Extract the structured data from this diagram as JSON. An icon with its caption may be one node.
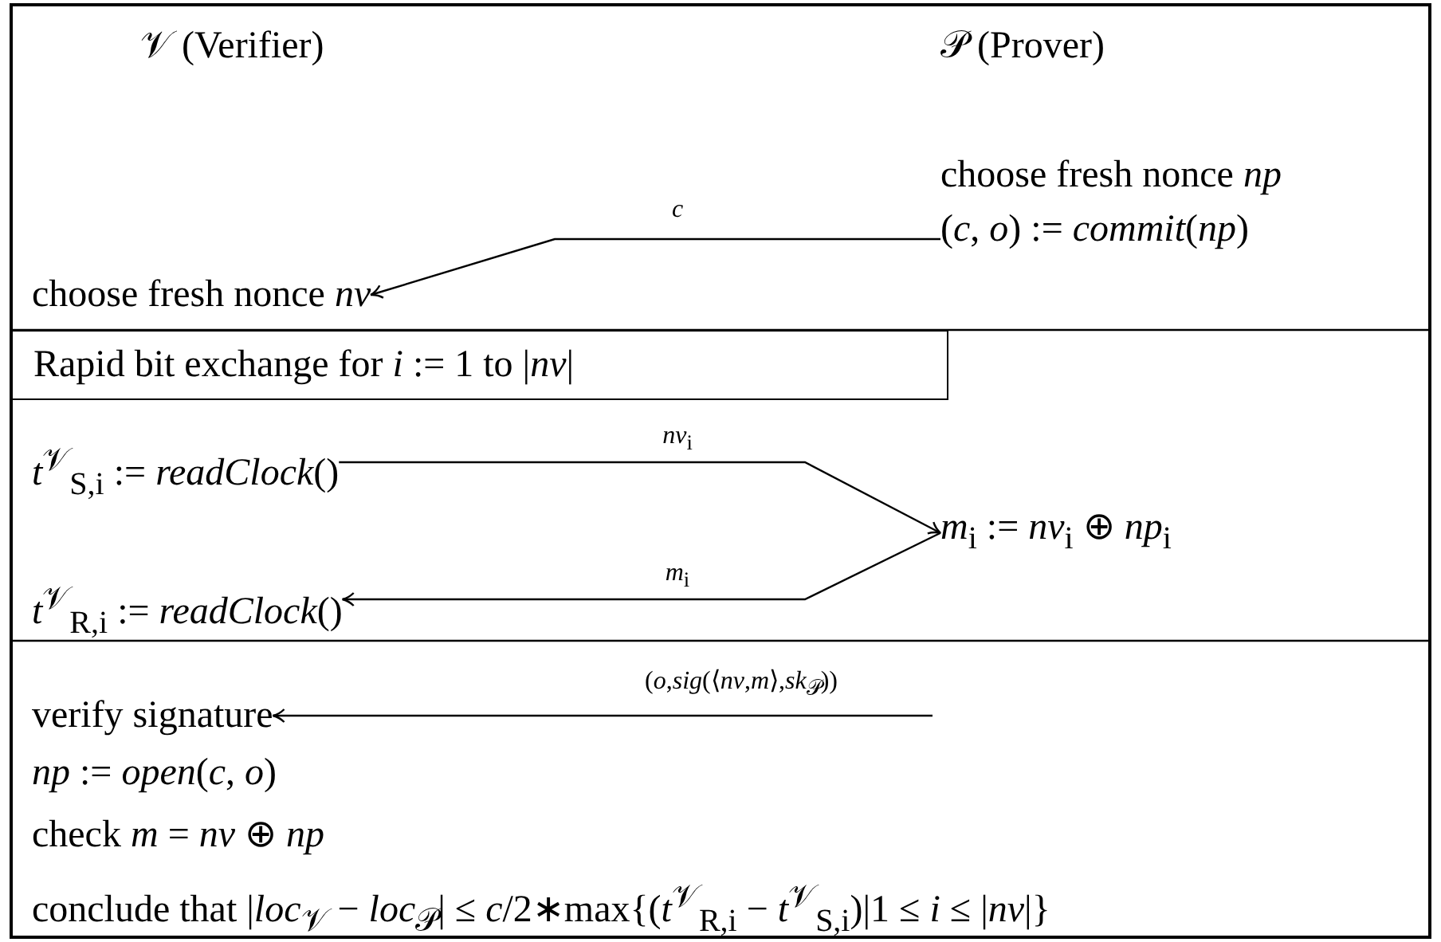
{
  "diagram": {
    "nodes": [
      {
        "text": [
          "choose fresh nonce *np*",
          "(*c*, *o*) := *commit*(*np*)"
        ]
      },
      {
        "text": [
          "choose fresh nonce *nv*"
        ]
      },
      {
        "text": [
          "Rapid bit exchange for *i* := 1 to |*nv*|"
        ]
      },
      {
        "text": [
          "*t*$^{𝒱}$$_{S,i}$ := *readClock*()"
        ]
      },
      {
        "text": [
          "*m*$_{i}$ := *nv*$_{i}$ ⊕ *np*$_{i}$"
        ]
      },
      {
        "text": [
          "*t*$^{𝒱}$$_{R,i}$ := *readClock*()"
        ]
      },
      {
        "text": [
          "verify signature"
        ]
      }
    ],
    "edges": [
      {
        "from": 0,
        "to": 1,
        "arrow": "to",
        "label": "*c*"
      },
      {
        "from": 3,
        "to": 4,
        "arrow": "to",
        "label": "*nv*$_{i}$"
      },
      {
        "from": 4,
        "to": 5,
        "arrow": "to",
        "label": "*m*$_{i}$"
      },
      {
        "from": null,
        "to": 6,
        "arrow": "to",
        "label": "(*o*,*sig*(⟨*nv*,*m*⟩,*sk*$_{𝒫}$))"
      }
    ],
    "labels": [
      "𝒱 (Verifier)",
      "𝒫 (Prover)",
      "*np* := *open*(*c*, *o*)",
      "check *m* = *nv* ⊕ *np*",
      "conclude that |*loc*$_{𝒱}$ − *loc*$_{𝒫}$| ≤ *c*/2∗max{(*t*$^{𝒱}$$_{R,i}$ − *t*$^{𝒱}$$_{S,i}$)|1 ≤ *i* ≤ |*nv*|}"
    ]
  }
}
